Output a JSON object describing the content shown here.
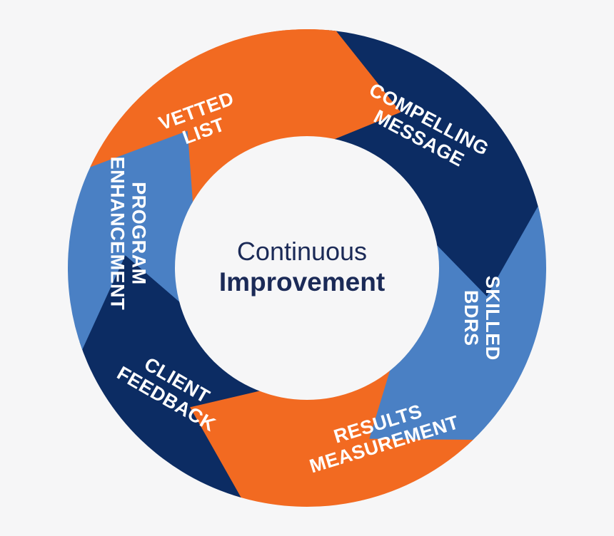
{
  "center": {
    "line1": "Continuous",
    "line2": "Improvement"
  },
  "colors": {
    "orange": "#f26a21",
    "navy": "#0c2c63",
    "blue": "#4a80c4",
    "center_text": "#1b2a57",
    "background": "#f6f6f7"
  },
  "segments": [
    {
      "id": "vetted-list",
      "lines": [
        "VETTED",
        "LIST"
      ],
      "color": "orange"
    },
    {
      "id": "compelling-message",
      "lines": [
        "COMPELLING",
        "MESSAGE"
      ],
      "color": "navy"
    },
    {
      "id": "skilled-bdrs",
      "lines": [
        "SKILLED",
        "BDRS"
      ],
      "color": "blue"
    },
    {
      "id": "results-measurement",
      "lines": [
        "RESULTS",
        "MEASUREMENT"
      ],
      "color": "orange"
    },
    {
      "id": "client-feedback",
      "lines": [
        "CLIENT",
        "FEEDBACK"
      ],
      "color": "navy"
    },
    {
      "id": "program-enhancement",
      "lines": [
        "PROGRAM",
        "ENHANCEMENT"
      ],
      "color": "blue"
    }
  ]
}
